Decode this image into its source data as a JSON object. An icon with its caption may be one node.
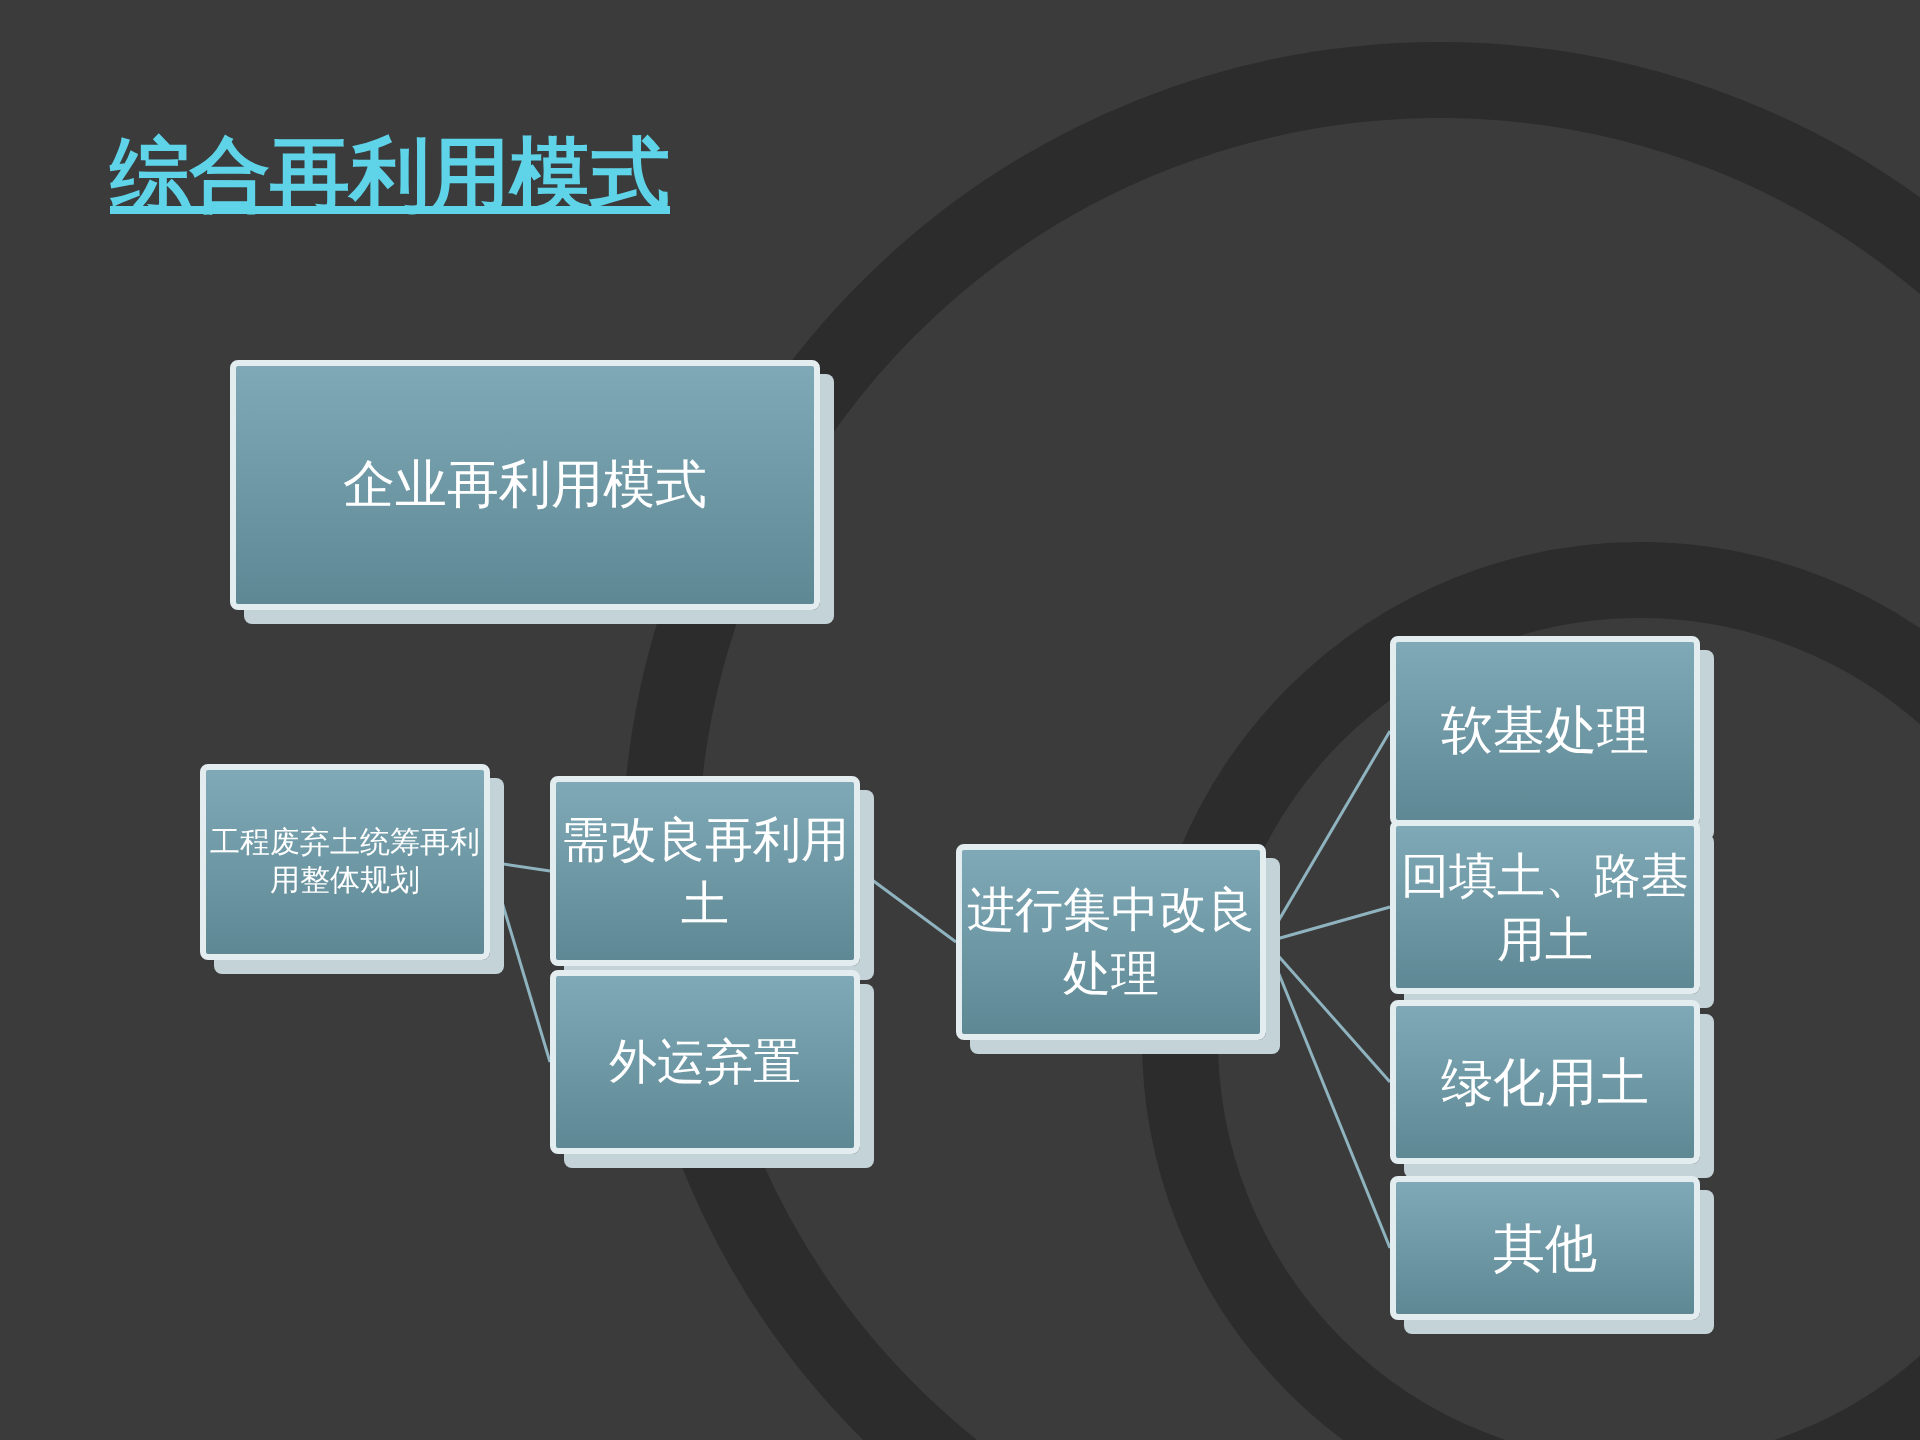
{
  "diagram": {
    "title": "综合再利用模式",
    "nodes": [
      {
        "text": [
          "企业再利用模式"
        ]
      },
      {
        "text": [
          "工程废弃土统筹再利用整体规划"
        ]
      },
      {
        "text": [
          "需改良再利用土"
        ]
      },
      {
        "text": [
          "外运弃置"
        ]
      },
      {
        "text": [
          "进行集中改良处理"
        ]
      },
      {
        "text": [
          "软基处理"
        ]
      },
      {
        "text": [
          "回填土、路基用土"
        ]
      },
      {
        "text": [
          "绿化用土"
        ]
      },
      {
        "text": [
          "其他"
        ]
      }
    ],
    "edges": [
      {
        "from": 1,
        "to": 2,
        "arrow": "none"
      },
      {
        "from": 1,
        "to": 3,
        "arrow": "none"
      },
      {
        "from": 2,
        "to": 4,
        "arrow": "none"
      },
      {
        "from": 4,
        "to": 5,
        "arrow": "none"
      },
      {
        "from": 4,
        "to": 6,
        "arrow": "none"
      },
      {
        "from": 4,
        "to": 7,
        "arrow": "none"
      },
      {
        "from": 4,
        "to": 8,
        "arrow": "none"
      }
    ]
  }
}
